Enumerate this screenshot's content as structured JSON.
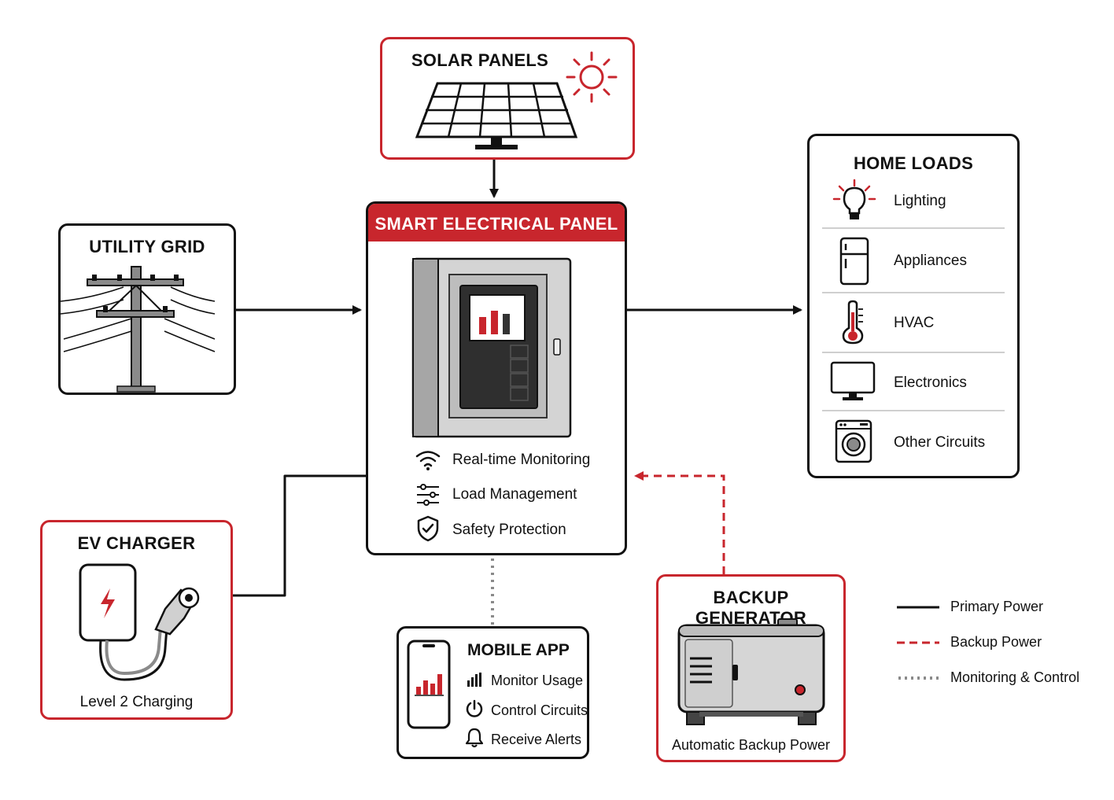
{
  "solar": {
    "title": "SOLAR PANELS"
  },
  "utility": {
    "title": "UTILITY GRID"
  },
  "panel": {
    "title": "SMART ELECTRICAL PANEL",
    "features": [
      "Real-time Monitoring",
      "Load Management",
      "Safety Protection"
    ]
  },
  "home": {
    "title": "HOME LOADS",
    "items": [
      "Lighting",
      "Appliances",
      "HVAC",
      "Electronics",
      "Other Circuits"
    ]
  },
  "ev": {
    "title": "EV CHARGER",
    "caption": "Level 2 Charging"
  },
  "app": {
    "title": "MOBILE APP",
    "items": [
      "Monitor Usage",
      "Control Circuits",
      "Receive Alerts"
    ]
  },
  "generator": {
    "title": "BACKUP GENERATOR",
    "caption": "Automatic Backup Power"
  },
  "legend": {
    "primary": "Primary Power",
    "backup": "Backup Power",
    "monitoring": "Monitoring & Control"
  },
  "colors": {
    "accent": "#c8262d",
    "line": "#111111",
    "dotted": "#8a8a8a"
  }
}
